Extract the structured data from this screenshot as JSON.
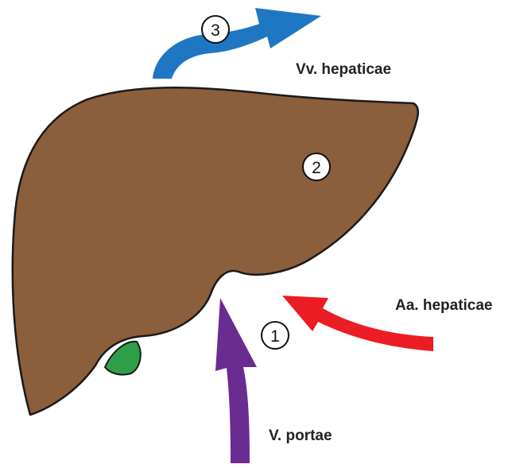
{
  "labels": {
    "hepatic_veins": "Vv. hepaticae",
    "hepatic_arteries": "Aa. hepaticae",
    "portal_vein": "V. portae"
  },
  "markers": {
    "m1": "1",
    "m2": "2",
    "m3": "3"
  },
  "colors": {
    "liver": "#8B5E3C",
    "gallbladder": "#2E9E48",
    "hepatic_veins_arrow": "#1F77C4",
    "hepatic_arteries_arrow": "#EC1C24",
    "portal_vein_arrow": "#6A2C91"
  }
}
